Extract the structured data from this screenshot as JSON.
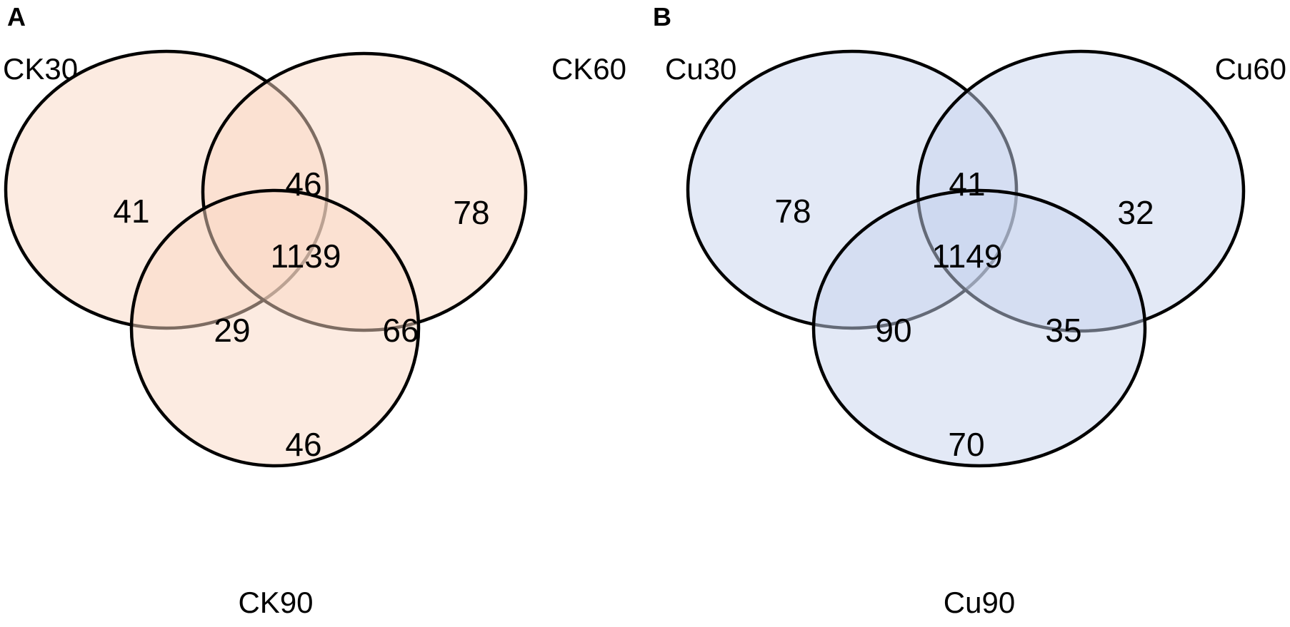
{
  "panels": [
    {
      "letter": "A",
      "fill_color": "#f9d8c3",
      "fill_opacity": 0.5,
      "sets": [
        {
          "id": "set1",
          "label": "CK30"
        },
        {
          "id": "set2",
          "label": "CK60"
        },
        {
          "id": "set3",
          "label": "CK90"
        }
      ],
      "regions": {
        "only_set1": "41",
        "only_set2": "78",
        "only_set3": "46",
        "set1_set2": "46",
        "set1_set3": "29",
        "set2_set3": "66",
        "all": "1139"
      }
    },
    {
      "letter": "B",
      "fill_color": "#c8d3ee",
      "fill_opacity": 0.5,
      "sets": [
        {
          "id": "set1",
          "label": "Cu30"
        },
        {
          "id": "set2",
          "label": "Cu60"
        },
        {
          "id": "set3",
          "label": "Cu90"
        }
      ],
      "regions": {
        "only_set1": "78",
        "only_set2": "32",
        "only_set3": "70",
        "set1_set2": "41",
        "set1_set3": "90",
        "set2_set3": "35",
        "all": "1149"
      }
    }
  ]
}
